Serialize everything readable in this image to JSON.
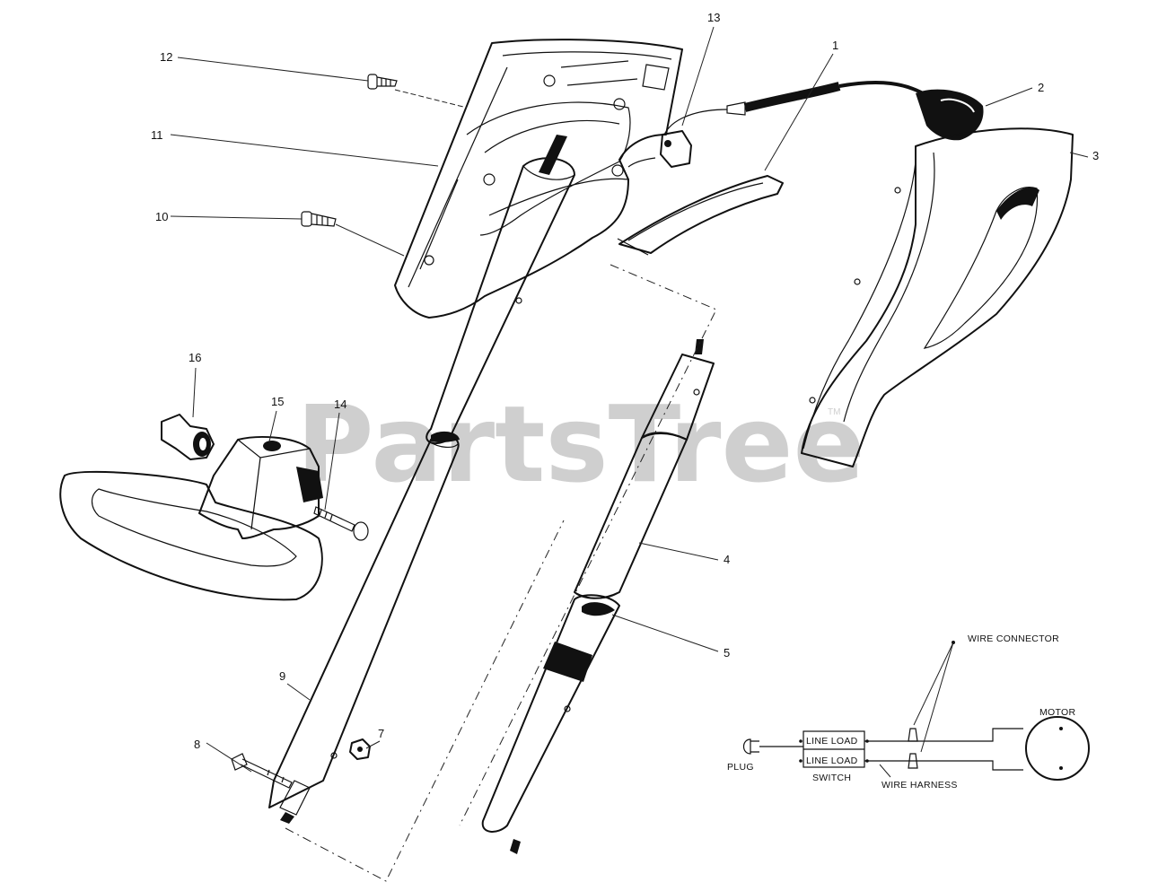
{
  "watermark": {
    "text": "PartsTree",
    "trademark": "TM"
  },
  "callouts": [
    "1",
    "2",
    "3",
    "4",
    "5",
    "7",
    "8",
    "9",
    "10",
    "11",
    "12",
    "13",
    "14",
    "15",
    "16"
  ],
  "wiring": {
    "plug": "PLUG",
    "switch": "SWITCH",
    "line_load_top": "LINE LOAD",
    "line_load_bottom": "LINE LOAD",
    "wire_connector": "WIRE CONNECTOR",
    "wire_harness": "WIRE HARNESS",
    "motor": "MOTOR"
  }
}
